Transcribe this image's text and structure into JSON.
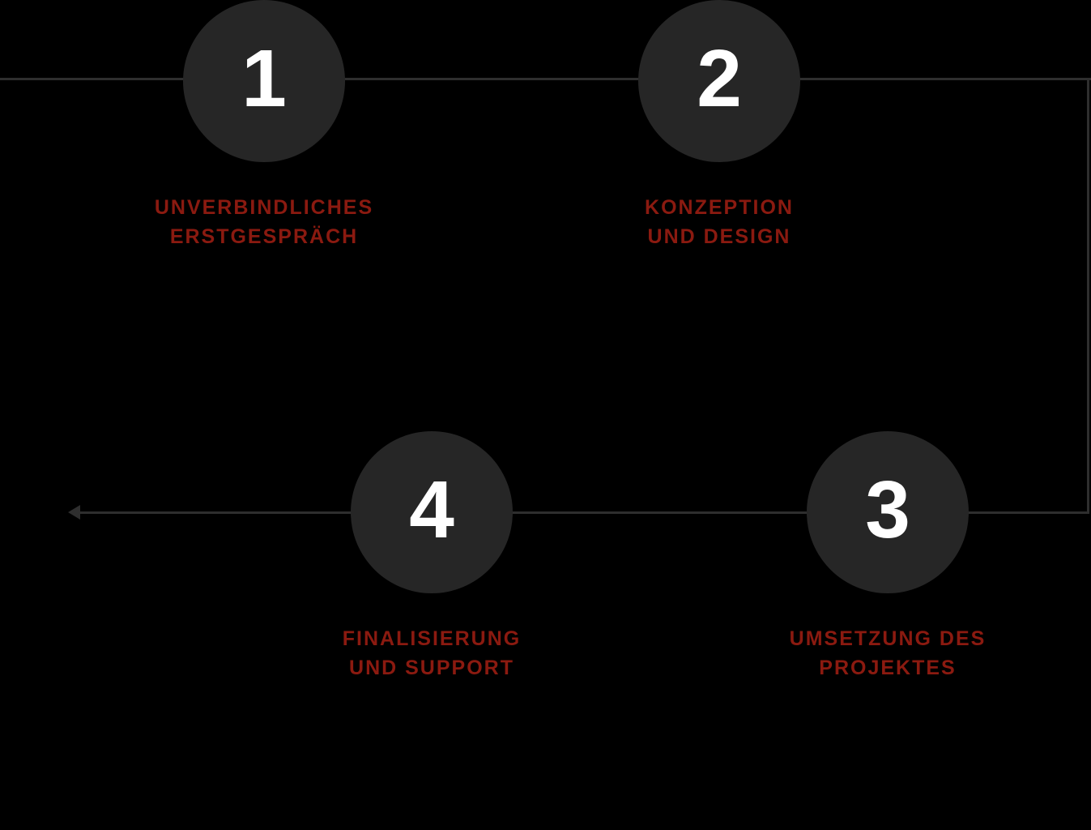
{
  "diagram": {
    "title": "process-steps",
    "colors": {
      "background": "#000000",
      "line": "#2e2e2e",
      "circle_fill": "#262626",
      "number": "#ffffff",
      "label": "#8b1a10"
    },
    "flow_direction": "left-to-right, down right edge, right-to-left, exits with left arrow",
    "arrow_icon": "arrow-left-icon",
    "steps": [
      {
        "number": "1",
        "label_line1": "UNVERBINDLICHES",
        "label_line2": "ERSTGESPRÄCH"
      },
      {
        "number": "2",
        "label_line1": "KONZEPTION",
        "label_line2": "UND DESIGN"
      },
      {
        "number": "3",
        "label_line1": "UMSETZUNG DES",
        "label_line2": "PROJEKTES"
      },
      {
        "number": "4",
        "label_line1": "FINALISIERUNG",
        "label_line2": "UND SUPPORT"
      }
    ]
  }
}
